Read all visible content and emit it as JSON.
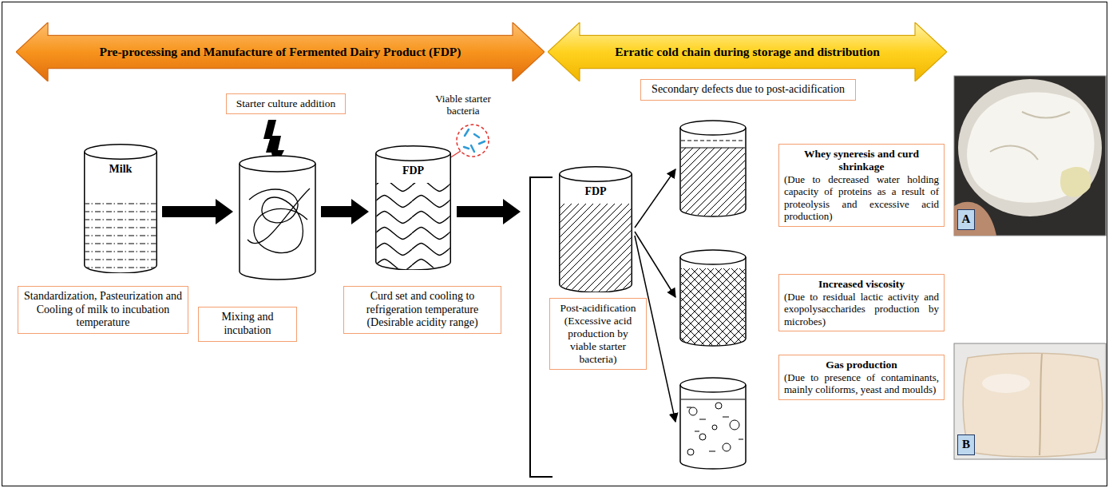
{
  "diagram": {
    "nodes": [
      {
        "text": [
          "Pre-processing and Manufacture of Fermented Dairy Product (FDP)"
        ]
      },
      {
        "text": [
          "Erratic cold chain during storage and distribution"
        ]
      },
      {
        "text": [
          "Starter culture addition"
        ]
      },
      {
        "text": [
          "Milk"
        ]
      },
      {
        "text": [
          "FDP"
        ]
      },
      {
        "text": [
          "Standardization, Pasteurization and Cooling of milk to incubation temperature"
        ]
      },
      {
        "text": [
          "Mixing and incubation"
        ]
      },
      {
        "text": [
          "Curd set and cooling to refrigeration temperature (Desirable acidity range)"
        ]
      },
      {
        "text": [
          "Secondary defects due to post-acidification"
        ]
      },
      {
        "text": [
          "FDP"
        ]
      },
      {
        "text": [
          "Post-acidification",
          "(Excessive acid production by viable starter bacteria)"
        ]
      },
      {
        "text": [
          "Whey syneresis and curd shrinkage",
          "(Due to decreased water holding capacity of proteins as a result of proteolysis and excessive acid production)"
        ]
      },
      {
        "text": [
          "Increased viscosity",
          "(Due to residual lactic activity and exopolysaccharides production by microbes)"
        ]
      },
      {
        "text": [
          "Gas production",
          "(Due to presence of contaminants, mainly coliforms, yeast and moulds)"
        ]
      },
      {
        "text": [
          "A"
        ]
      },
      {
        "text": [
          "B"
        ]
      }
    ],
    "labels": [
      "Viable starter bacteria"
    ]
  }
}
